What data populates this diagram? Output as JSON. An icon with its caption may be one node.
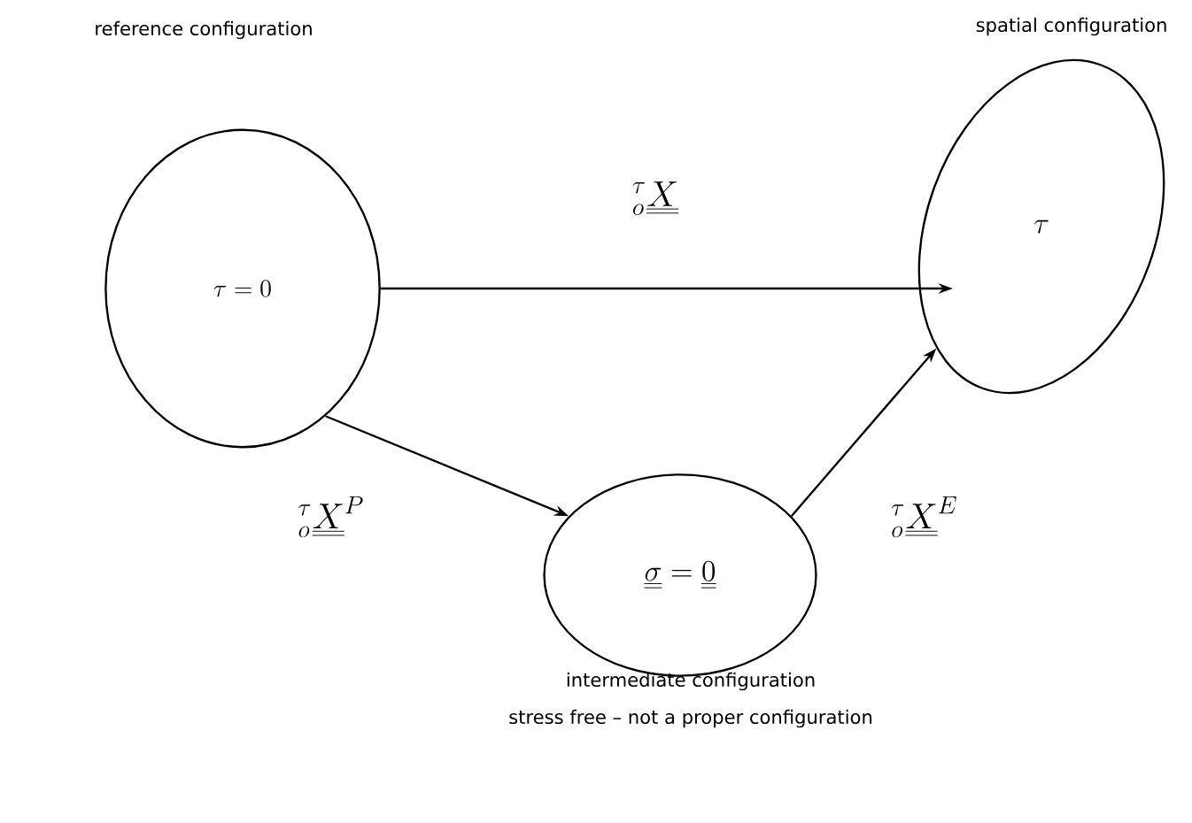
{
  "diagram": {
    "nodes": [
      {
        "text": [
          "\\tau = 0"
        ]
      },
      {
        "text": [
          "\\tau"
        ],
        "beside": [
          "spatial configuration"
        ]
      },
      {
        "text": [
          "\\underline{\\underline{\\sigma}} = \\underline{\\underline{0}}"
        ],
        "beside": [
          "intermediate configuration",
          "stress free – not a proper configuration"
        ]
      }
    ],
    "edges": [
      {
        "from": 0,
        "to": 1,
        "arrow": "to",
        "label": "{}^{\\tau}_{o}\\underline{\\underline{X}}"
      },
      {
        "from": 0,
        "to": 2,
        "arrow": "to",
        "label": "{}^{\\tau}_{o}\\underline{\\underline{X}}^{P}"
      },
      {
        "from": 2,
        "to": 1,
        "arrow": "to",
        "label": "{}^{\\tau}_{o}\\underline{\\underline{X}}^{E}"
      }
    ],
    "labels": [
      "reference configuration"
    ]
  }
}
